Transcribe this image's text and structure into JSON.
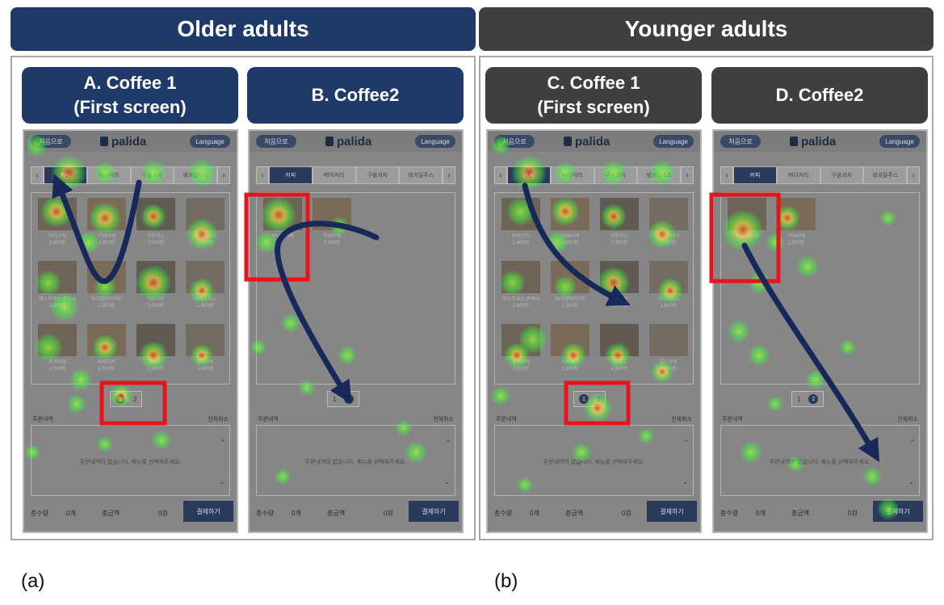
{
  "groups": {
    "older": "Older adults",
    "younger": "Younger adults"
  },
  "panels": {
    "a": "A. Coffee 1\n(First screen)",
    "b": "B. Coffee2",
    "c": "C. Coffee 1\n(First screen)",
    "d": "D. Coffee2"
  },
  "kiosk": {
    "home": "처음으로",
    "brand": "palida",
    "language": "Language",
    "tabs": [
      "커피",
      "베이커리",
      "구움과자",
      "생과일주스"
    ],
    "tab_prev": "‹",
    "tab_next": "›",
    "page1_items": [
      {
        "name": "아이스티",
        "price": "1,400원"
      },
      {
        "name": "카페라떼",
        "price": "2,800원"
      },
      {
        "name": "카푸치노",
        "price": "2,500원"
      },
      {
        "name": "에스프레소",
        "price": "1,500원"
      },
      {
        "name": "에스프레소 콘파나",
        "price": "2,000원"
      },
      {
        "name": "카라멜마끼아또",
        "price": "2,900원"
      },
      {
        "name": "아포가토",
        "price": "2,000원"
      },
      {
        "name": "아메리카노",
        "price": "1,800원"
      },
      {
        "name": "초코라떼",
        "price": "2,500원"
      },
      {
        "name": "카페모카",
        "price": "2,500원"
      },
      {
        "name": "밀크티",
        "price": "2,800원"
      },
      {
        "name": "콜드브루",
        "price": "3,000원"
      }
    ],
    "page2_items": [
      {
        "name": "바닐라라떼",
        "price": ""
      },
      {
        "name": "카페라떼",
        "price": "2,900원"
      }
    ],
    "pager": [
      "1",
      "2"
    ],
    "order_label": "주문내역",
    "clear_label": "전체취소",
    "empty_order": "주문내역이 없습니다. 메뉴를 선택해주세요.",
    "qty_label": "총수량",
    "qty_value": "0개",
    "total_label": "총금액",
    "total_value": "0원",
    "pay_button": "결제하기",
    "scroll_up": "^",
    "scroll_down": "⌄"
  },
  "figure_labels": {
    "a": "(a)",
    "b": "(b)"
  },
  "colors": {
    "older_header": "#1f3a68",
    "younger_header": "#3f3f3f",
    "highlight_box": "#e8141b",
    "arrow": "#16295a",
    "heat_low": "#3cff3c",
    "heat_mid": "#ffff3c",
    "heat_high": "#ff3030"
  }
}
